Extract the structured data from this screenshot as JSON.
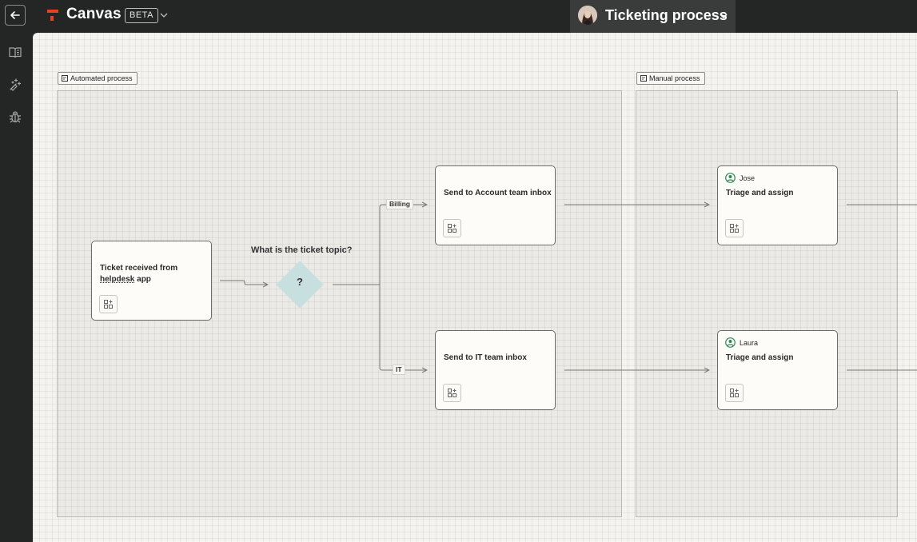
{
  "header": {
    "app_title": "Canvas",
    "beta_badge": "BETA",
    "process_title": "Ticketing process"
  },
  "sidebar": {
    "items": [
      {
        "icon": "book-icon"
      },
      {
        "icon": "magic-wand-icon"
      },
      {
        "icon": "bug-icon"
      }
    ]
  },
  "canvas": {
    "groups": {
      "automated": "Automated process",
      "manual": "Manual process"
    },
    "nodes": {
      "trigger_line1": "Ticket received from",
      "trigger_line2_underlined": "helpdesk",
      "trigger_line2_rest": " app",
      "account_inbox": "Send to Account team inbox",
      "it_inbox": "Send to IT team inbox",
      "triage_jose": "Triage and assign",
      "triage_laura": "Triage and assign"
    },
    "assignees": {
      "jose": "Jose",
      "laura": "Laura"
    },
    "decision": {
      "question": "What is the ticket topic?",
      "symbol": "?"
    },
    "edge_labels": {
      "billing": "Billing",
      "it": "IT"
    }
  },
  "colors": {
    "topbar": "#242525",
    "canvas_bg": "#f5f3ef",
    "logo_accent": "#e8431f",
    "decision_fill": "#c8dfe0",
    "assignee_icon": "#2e8b57"
  }
}
